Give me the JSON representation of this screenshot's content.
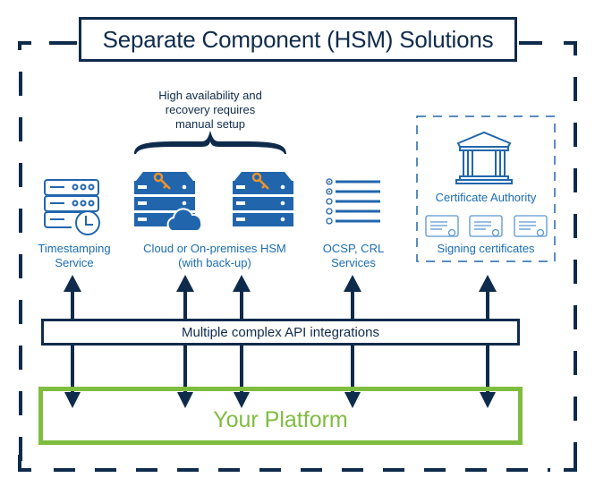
{
  "title": "Separate Component (HSM) Solutions",
  "note": {
    "lines": [
      "High availability and",
      "recovery requires",
      "manual setup"
    ]
  },
  "components": [
    {
      "id": "timestamping",
      "icon": "timestamp-server-icon",
      "lines": [
        "Timestamping",
        "Service"
      ]
    },
    {
      "id": "hsm",
      "icon": "hsm-server-icon",
      "lines": [
        "Cloud or On-premises HSM",
        "(with back-up)"
      ]
    },
    {
      "id": "ocsp",
      "icon": "list-icon",
      "lines": [
        "OCSP, CRL",
        "Services"
      ]
    },
    {
      "id": "ca",
      "icon": "bank-icon",
      "lines": [
        "Certificate Authority"
      ]
    },
    {
      "id": "signing",
      "icon": "certificate-icon",
      "lines": [
        "Signing certificates"
      ]
    }
  ],
  "api_label": "Multiple complex API integrations",
  "platform_label": "Your Platform",
  "colors": {
    "navy": "#0f2b4c",
    "blue": "#1a6db5",
    "icon_blue": "#2166ad",
    "key_orange": "#f0922b",
    "green": "#7fbd3f"
  }
}
